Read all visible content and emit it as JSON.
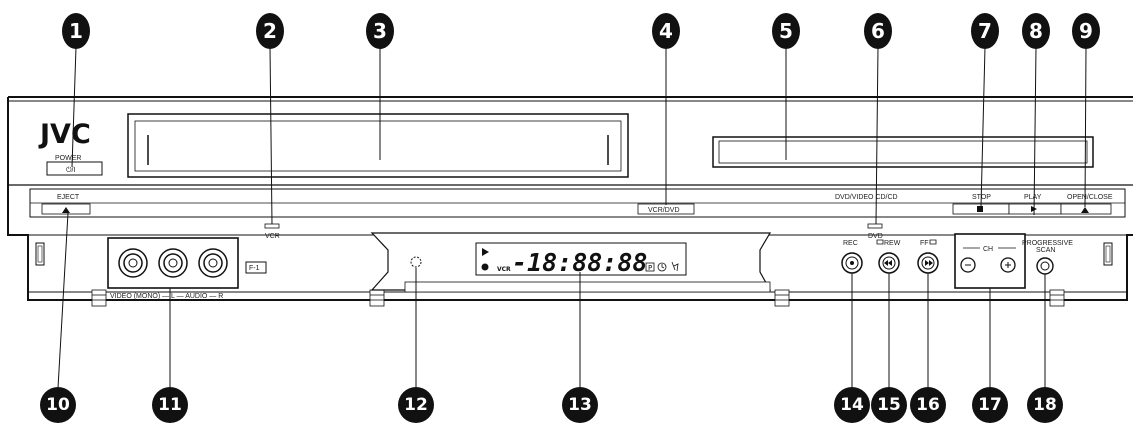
{
  "brand": {
    "logo": "JVC"
  },
  "labels": {
    "power": "POWER",
    "power_symbol": "⏻/I",
    "eject": "EJECT",
    "vcr": "VCR",
    "vcr_dvd": "VCR/DVD",
    "dvd": "DVD",
    "dvd_video_cd": "DVD/VIDEO CD/CD",
    "stop": "STOP",
    "play": "PLAY",
    "open_close": "OPEN/CLOSE",
    "f1": "F-1",
    "video_audio": "VIDEO (MONO) — L — AUDIO — R",
    "rec": "REC",
    "rew": "REW",
    "ff": "FF",
    "ch": "CH",
    "progressive_scan_1": "PROGRESSIVE",
    "progressive_scan_2": "SCAN"
  },
  "display": {
    "text": "-18:88:88",
    "vcr_tag": "VCR",
    "p_icon": "P"
  },
  "callouts": [
    "1",
    "2",
    "3",
    "4",
    "5",
    "6",
    "7",
    "8",
    "9",
    "10",
    "11",
    "12",
    "13",
    "14",
    "15",
    "16",
    "17",
    "18"
  ]
}
